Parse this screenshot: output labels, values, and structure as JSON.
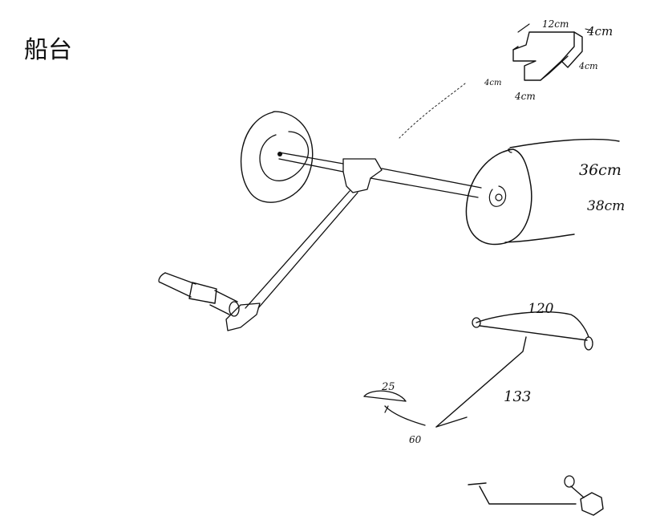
{
  "title": "船台",
  "dimensions": {
    "beam_width": "12cm",
    "beam_height": "4cm",
    "beam_depth": "4cm",
    "beam_left": "4cm",
    "beam_bottom": "4cm",
    "wheel_a": "36cm",
    "wheel_b": "38cm"
  },
  "angles": {
    "top_span": "120",
    "long_side": "133",
    "small_span": "25",
    "bottom_angle": "60"
  }
}
